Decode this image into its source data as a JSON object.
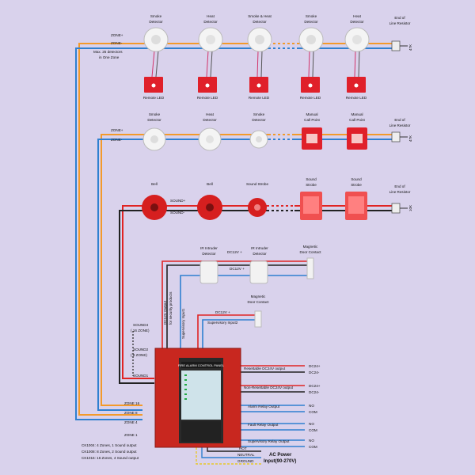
{
  "zone1": {
    "label_plus": "ZONE+",
    "label_minus": "ZONE-",
    "note_line1": "Max. 25 detectors",
    "note_line2": "in One Zone",
    "devices": [
      {
        "line1": "Smoke",
        "line2": "Detector"
      },
      {
        "line1": "Heat",
        "line2": "Detector"
      },
      {
        "line1": "Smoke & Heat",
        "line2": "Detector"
      },
      {
        "line1": "Smoke",
        "line2": "Detector"
      },
      {
        "line1": "Heat",
        "line2": "Detector"
      }
    ],
    "remote_led": "Remote LED",
    "eol_line1": "End of",
    "eol_line2": "Line Resistor",
    "eol_value": "47K"
  },
  "zone2": {
    "label_plus": "ZONE+",
    "label_minus": "ZONE-",
    "devices": [
      {
        "line1": "Smoke",
        "line2": "Detector"
      },
      {
        "line1": "Heat",
        "line2": "Detector"
      },
      {
        "line1": "Smoke",
        "line2": "Detector"
      },
      {
        "line1": "Manual",
        "line2": "Call Point"
      },
      {
        "line1": "Manual",
        "line2": "Call Point"
      }
    ],
    "eol_line1": "End of",
    "eol_line2": "Line Resistor",
    "eol_value": "47K"
  },
  "sound": {
    "label_plus": "SOUND+",
    "label_minus": "SOUND-",
    "devices": [
      {
        "line1": "Bell",
        "line2": ""
      },
      {
        "line1": "Bell",
        "line2": ""
      },
      {
        "line1": "Sound Strobe",
        "line2": ""
      },
      {
        "line1": "Sound",
        "line2": "Strobe"
      },
      {
        "line1": "Sound",
        "line2": "Strobe"
      }
    ],
    "eol_line1": "End of",
    "eol_line2": "Line Resistor",
    "eol_value": "10K"
  },
  "supervisory": {
    "ir1_line1": "IR Intruder",
    "ir1_line2": "Detector",
    "dc12v_label": "DC12V +",
    "ir2_line1": "IR Intruder",
    "ir2_line2": "Detector",
    "mag1_line1": "Magnetic",
    "mag1_line2": "Door Contact",
    "dc12v_small": "DC12V +",
    "mag2_line1": "Magnetic",
    "mag2_line2": "Door Contact",
    "dc12v_2": "DC12V +",
    "sup_input2": "Supervisory Input2",
    "sup_input1": "Supervisory Input1",
    "dc12v_output_line1": "DC12V Output",
    "dc12v_output_line2": "for security products"
  },
  "sound_zones": {
    "sound4": "SOUND4",
    "sound4_sub": "( 16 ZONE)",
    "sound2": "SOUND2",
    "sound2_sub": "( 8 ZONE)",
    "sound1": "SOUND1"
  },
  "zones": {
    "z16": "ZONE 16",
    "z8": "ZONE 8",
    "z4": "ZONE 4",
    "z1": "ZONE 1"
  },
  "panel": {
    "title": "FIRE ALARM CONTROL PANEL"
  },
  "outputs": [
    {
      "label": "Resettable DC24V output",
      "t1": "DC24+",
      "t2": "DC24-"
    },
    {
      "label": "Non-Resettable DC24V output",
      "t1": "DC24+",
      "t2": "DC24-"
    },
    {
      "label": "Alarm Relay Output",
      "t1": "NO",
      "t2": "COM"
    },
    {
      "label": "Fault Relay Output",
      "t1": "NO",
      "t2": "COM"
    },
    {
      "label": "Supervisory Relay Output",
      "t1": "NO",
      "t2": "COM"
    }
  ],
  "models": [
    "CK1004: 4 Zones, 1 Sound output",
    "CK1008: 8 Zones, 2 Sound output",
    "CK1016: 16 Zones, 4 Sound output"
  ],
  "power": {
    "hot": "HOT",
    "neutral": "NEUTRAL",
    "ground": "GROUND",
    "label_line1": "AC Power",
    "label_line2": "Input(90-270V)"
  },
  "colors": {
    "background": "#d9d2ec",
    "zone_plus": "#f39a2a",
    "zone_minus": "#2f80d0",
    "sound_plus": "#e02424",
    "panel": "#cf2a26"
  }
}
